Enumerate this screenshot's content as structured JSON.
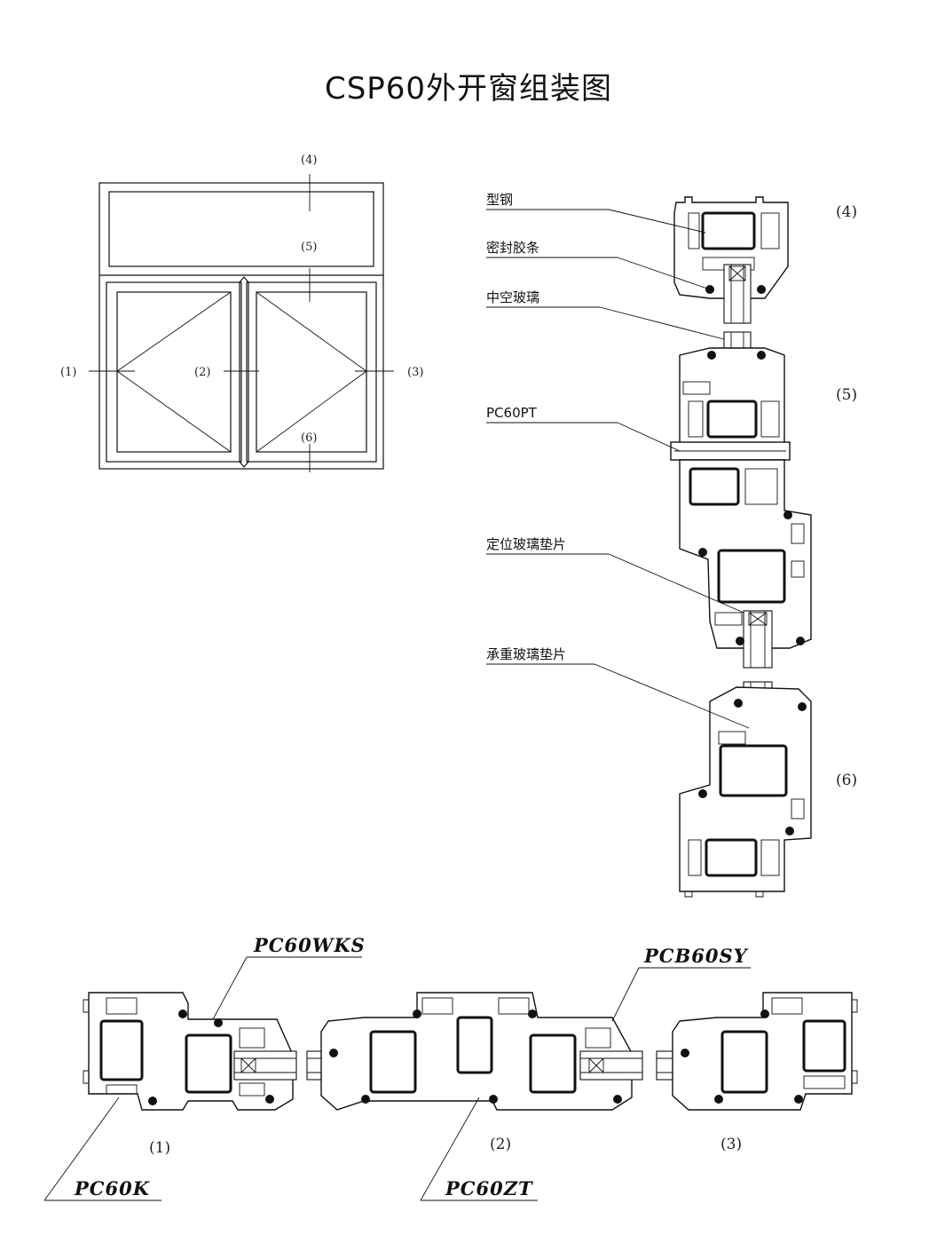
{
  "title": "CSP60外开窗组装图",
  "section_markers": {
    "m1": "(1)",
    "m2": "(2)",
    "m3": "(3)",
    "m4": "(4)",
    "m5": "(5)",
    "m6": "(6)"
  },
  "vertical_section": {
    "labels": {
      "steel": "型钢",
      "gasket": "密封胶条",
      "glass": "中空玻璃",
      "mullion": "PC60PT",
      "locating_pad": "定位玻璃垫片",
      "bearing_pad": "承重玻璃垫片"
    },
    "markers": {
      "top": "(4)",
      "middle": "(5)",
      "bottom": "(6)"
    }
  },
  "horizontal_section": {
    "codes": {
      "sash_left": "PC60WKS",
      "sash_right": "PCB60SY",
      "frame": "PC60K",
      "mullion": "PC60ZT"
    },
    "markers": {
      "left": "(1)",
      "middle": "(2)",
      "right": "(3)"
    }
  }
}
